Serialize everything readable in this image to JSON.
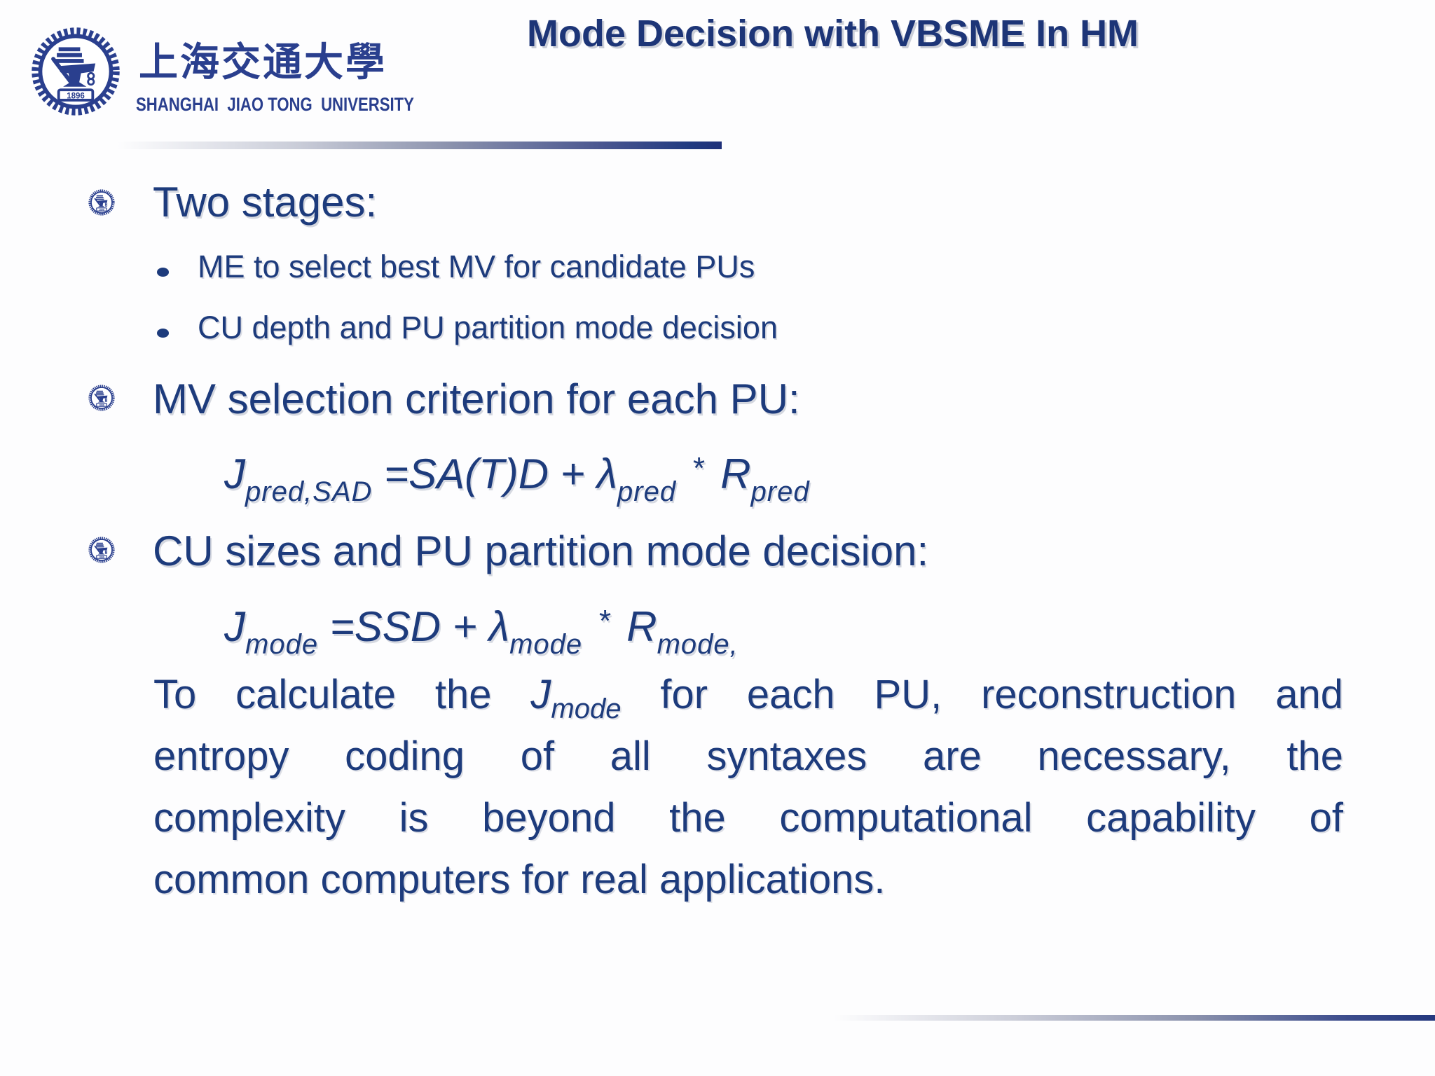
{
  "slide": {
    "title": "Mode Decision with VBSME In HM",
    "logo": {
      "university_cn": "上海交通大學",
      "university_en": "SHANGHAI  JIAO TONG  UNIVERSITY",
      "year": "1896"
    },
    "bullets": {
      "h1_two_stages": "Two stages:",
      "sub_me": "ME to select best MV for candidate PUs",
      "sub_cu": "CU depth and PU partition mode decision",
      "h1_mv": "MV selection criterion for each PU:",
      "h1_cu": "CU sizes and PU partition mode decision:"
    },
    "formulas": {
      "pred": {
        "var1": "J",
        "sub1": "pred,SAD",
        "mid": " =SA(T)D + λ",
        "sub2": "pred",
        "op": "*",
        "var2": "R",
        "sub3": "pred"
      },
      "mode": {
        "var1": "J",
        "sub1": "mode",
        "mid": " =SSD + λ",
        "sub2": "mode",
        "op": "*",
        "var2": "R",
        "sub3": "mode,"
      }
    },
    "paragraph": {
      "line1_pre": "To calculate the ",
      "line1_var": "J",
      "line1_sub": "mode",
      "line1_post": " for each PU, reconstruction and",
      "line2": "entropy coding of all syntaxes are necessary, the",
      "line3": "complexity is beyond the computational  capability of",
      "line4": "common computers for real applications."
    },
    "colors": {
      "text": "#1d3b7c",
      "logo": "#2a3f8e",
      "rule_dark": "#1f3079"
    }
  }
}
